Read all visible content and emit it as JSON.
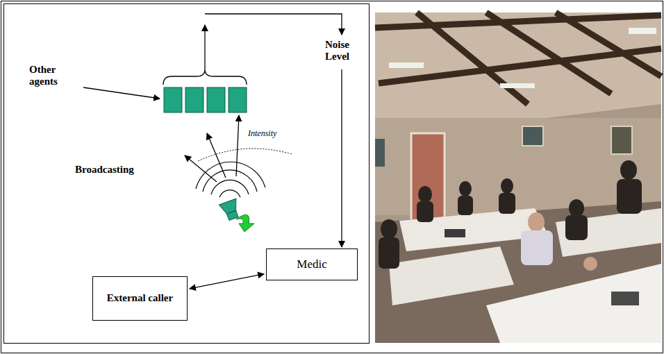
{
  "diagram": {
    "nodes": [
      {
        "text": [
          "Medic"
        ]
      },
      {
        "text": [
          "External caller"
        ]
      }
    ],
    "edges": [
      {
        "from": 1,
        "to": 0,
        "arrow": "both"
      }
    ],
    "labels": [
      "Other agents",
      "Noise Level",
      "Broadcasting",
      "Intensity"
    ]
  }
}
